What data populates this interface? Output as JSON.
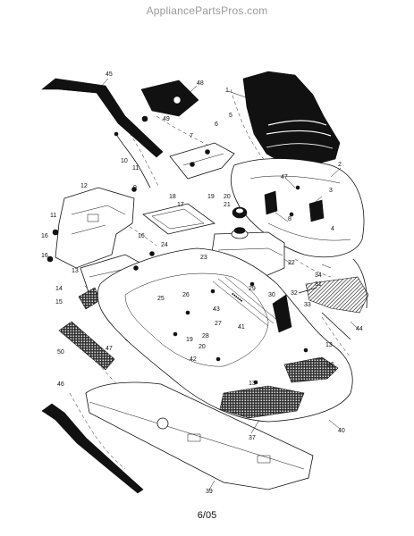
{
  "watermark": "AppliancePartsPros.com",
  "footer": {
    "page": "6/05"
  },
  "callouts": [
    "1",
    "2",
    "3",
    "4",
    "5",
    "6",
    "7",
    "8",
    "9",
    "10",
    "11",
    "12",
    "13",
    "14",
    "15",
    "16",
    "17",
    "18",
    "19",
    "20",
    "21",
    "22",
    "23",
    "24",
    "25",
    "26",
    "27",
    "28",
    "29",
    "30",
    "31",
    "32",
    "33",
    "34",
    "36",
    "37",
    "39",
    "40",
    "41",
    "42",
    "43",
    "44",
    "45",
    "46",
    "47",
    "48",
    "49",
    "50"
  ]
}
